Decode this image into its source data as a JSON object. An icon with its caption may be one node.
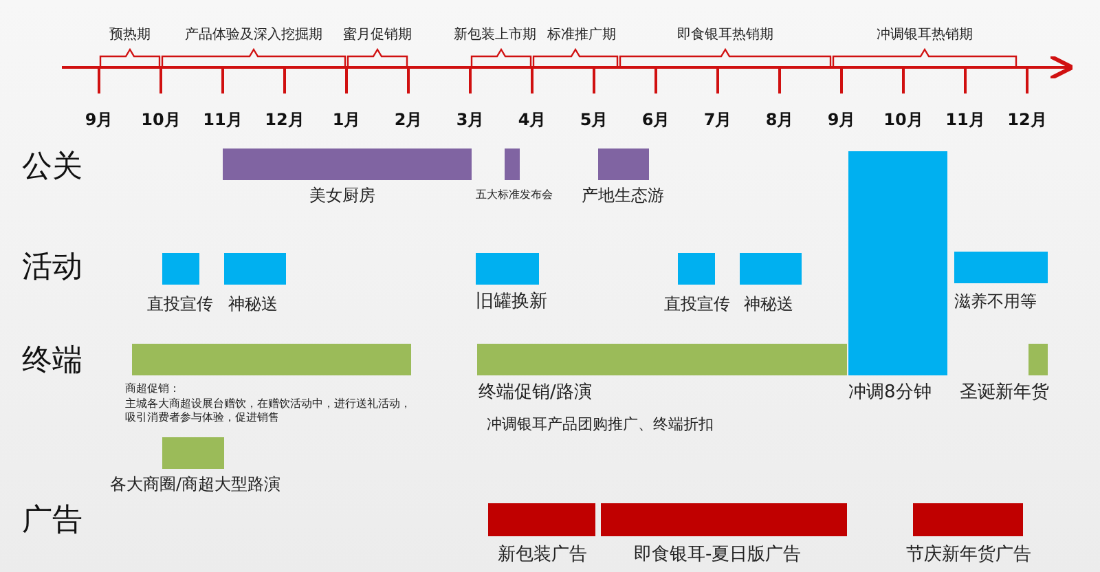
{
  "diagram": {
    "nodes": [
      {
        "text": [
          "美女厨房"
        ]
      },
      {
        "text": [
          "五大标准发布会"
        ]
      },
      {
        "text": [
          "产地生态游"
        ]
      },
      {
        "text": [
          "冲调8分钟"
        ]
      },
      {
        "text": [
          "直投宣传"
        ]
      },
      {
        "text": [
          "神秘送"
        ]
      },
      {
        "text": [
          "旧罐换新"
        ]
      },
      {
        "text": [
          "直投宣传"
        ]
      },
      {
        "text": [
          "神秘送"
        ]
      },
      {
        "text": [
          "滋养不用等"
        ]
      },
      {
        "text": [
          "商超促销：",
          "主城各大商超设展台赠饮，在赠饮活动中，进行送礼活动，吸引消费者参与体验，促进销售"
        ]
      },
      {
        "text": [
          "终端促销/路演",
          "冲调银耳产品团购推广、终端折扣"
        ]
      },
      {
        "text": [
          "圣诞新年货"
        ]
      },
      {
        "text": [
          "各大商圈/商超大型路演"
        ]
      },
      {
        "text": [
          "新包装广告"
        ]
      },
      {
        "text": [
          "即食银耳-夏日版广告"
        ]
      },
      {
        "text": [
          "节庆新年货广告"
        ]
      }
    ],
    "labels": [
      "预热期",
      "产品体验及深入挖掘期",
      "蜜月促销期",
      "新包装上市期",
      "标准推广期",
      "即食银耳热销期",
      "冲调银耳热销期",
      "9月",
      "10月",
      "11月",
      "12月",
      "1月",
      "2月",
      "3月",
      "4月",
      "5月",
      "6月",
      "7月",
      "8月",
      "9月",
      "10月",
      "11月",
      "12月",
      "公关",
      "活动",
      "终端",
      "广告"
    ]
  }
}
